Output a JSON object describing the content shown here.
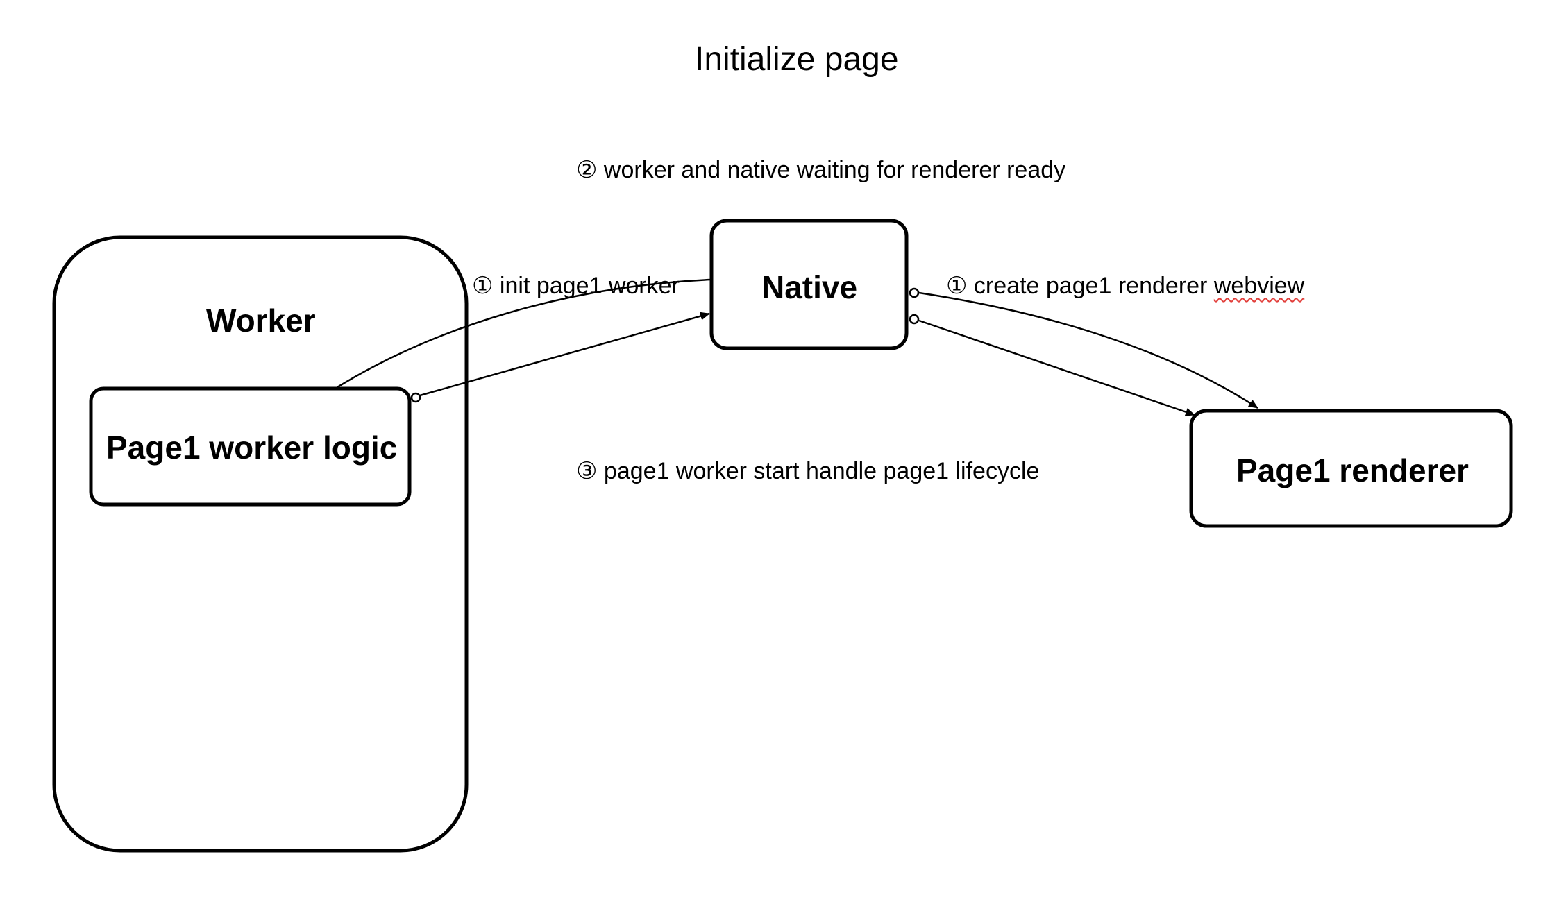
{
  "title": "Initialize page",
  "nodes": {
    "worker": {
      "label": "Worker"
    },
    "page1_worker_logic": {
      "label": "Page1 worker logic"
    },
    "native": {
      "label": "Native"
    },
    "page1_renderer": {
      "label": "Page1 renderer"
    }
  },
  "notes": {
    "step1_init": "① init page1 worker",
    "step1_create_prefix": "① create page1 renderer ",
    "step1_create_flagged_word": "webview",
    "step2_waiting": "② worker and native waiting for renderer ready",
    "step3_lifecycle": "③ page1 worker start handle page1 lifecycle"
  },
  "colors": {
    "stroke": "#000000",
    "background": "#ffffff",
    "spellcheck_underline": "#e2403c"
  }
}
